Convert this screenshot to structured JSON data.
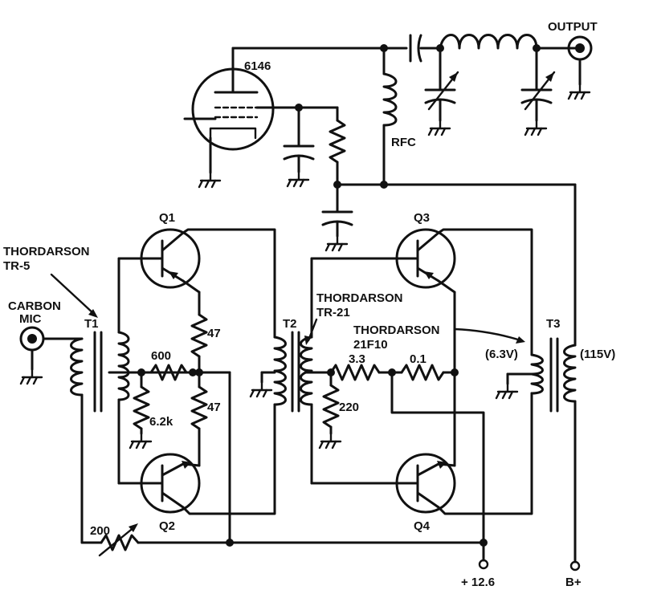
{
  "tube": {
    "label": "6146"
  },
  "rfc": {
    "label": "RFC"
  },
  "output": {
    "label": "OUTPUT"
  },
  "transistors": {
    "q1": "Q1",
    "q2": "Q2",
    "q3": "Q3",
    "q4": "Q4"
  },
  "transformers": {
    "t1": {
      "label": "T1",
      "maker": "THORDARSON",
      "model": "TR-5"
    },
    "t2": {
      "label": "T2",
      "maker": "THORDARSON",
      "model": "TR-21"
    },
    "t3": {
      "label": "T3",
      "maker": "THORDARSON",
      "model": "21F10",
      "secondary_low": "(6.3V)",
      "secondary_high": "(115V)"
    }
  },
  "mic": {
    "line1": "CARBON",
    "line2": "MIC"
  },
  "resistors": {
    "r600": "600",
    "r6_2k": "6.2k",
    "r47_top": "47",
    "r47_bottom": "47",
    "r3_3": "3.3",
    "r0_1": "0.1",
    "r220": "220",
    "r200": "200"
  },
  "supply": {
    "v12": "+ 12.6",
    "bplus": "B+"
  }
}
